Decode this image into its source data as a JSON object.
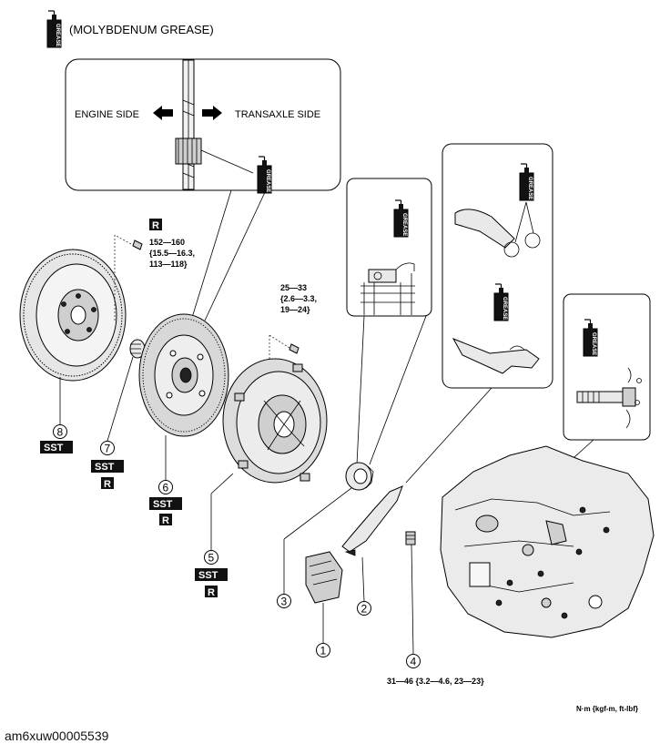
{
  "legend": {
    "label": "(MOLYBDENUM GREASE)",
    "icon": "grease-tube-icon"
  },
  "grease_label": "GREASE",
  "inset_top": {
    "left_label": "ENGINE SIDE",
    "right_label": "TRANSAXLE SIDE"
  },
  "torque": {
    "flywheel": [
      "152—160",
      "{15.5—16.3,",
      "113—118}"
    ],
    "cover": [
      "25—33",
      "{2.6—3.3,",
      "19—24}"
    ],
    "stud": "31—46 {3.2—4.6, 23—23}"
  },
  "badges": {
    "sst": "SST",
    "r": "R"
  },
  "callouts": [
    "1",
    "2",
    "3",
    "4",
    "5",
    "6",
    "7",
    "8"
  ],
  "units": "N·m {kgf-m, ft-lbf}",
  "image_id": "am6xuw00005539"
}
